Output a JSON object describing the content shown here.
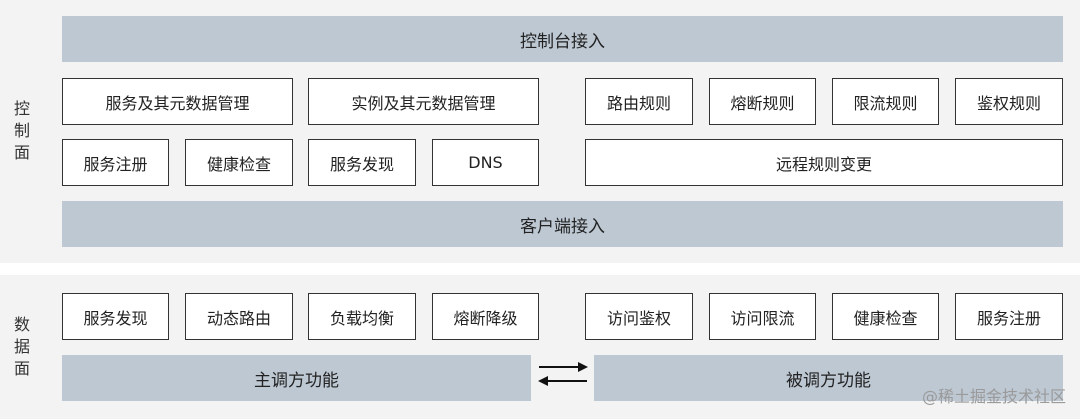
{
  "control_plane": {
    "side_label": "控\n制\n面",
    "top_bar": "控制台接入",
    "bottom_bar": "客户端接入",
    "row1_left": [
      "服务及其元数据管理",
      "实例及其元数据管理"
    ],
    "row1_right": [
      "路由规则",
      "熔断规则",
      "限流规则",
      "鉴权规则"
    ],
    "row2_left": [
      "服务注册",
      "健康检查",
      "服务发现",
      "DNS"
    ],
    "row2_right": "远程规则变更"
  },
  "data_plane": {
    "side_label": "数\n据\n面",
    "left_boxes": [
      "服务发现",
      "动态路由",
      "负载均衡",
      "熔断降级"
    ],
    "right_boxes": [
      "访问鉴权",
      "访问限流",
      "健康检查",
      "服务注册"
    ],
    "left_bar": "主调方功能",
    "right_bar": "被调方功能"
  },
  "watermark": "@稀土掘金技术社区",
  "colors": {
    "bar": "#bdc8d3",
    "panel": "#f3f3f3",
    "border": "#333333"
  }
}
